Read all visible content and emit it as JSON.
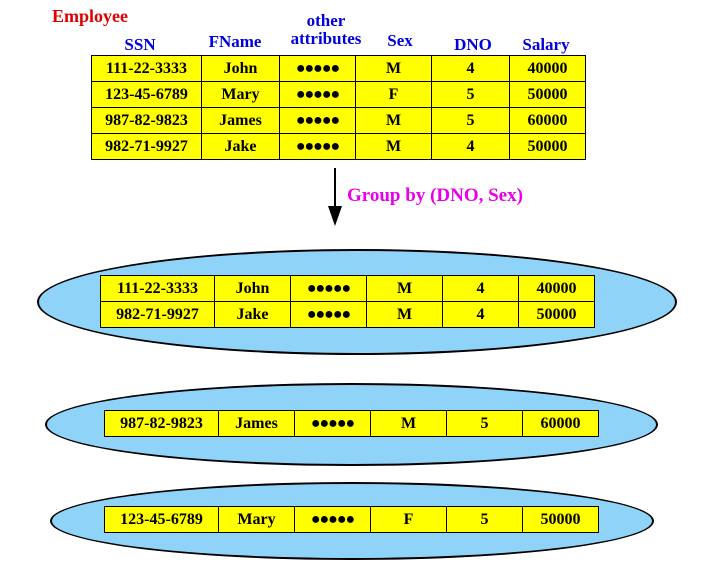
{
  "relation_title": "Employee",
  "columns": [
    "SSN",
    "FName",
    "other attributes",
    "Sex",
    "DNO",
    "Salary"
  ],
  "other_attr_line1": "other",
  "other_attr_line2": "attributes",
  "operation_label": "Group by (DNO, Sex)",
  "employee_rows": [
    [
      "111-22-3333",
      "John",
      "●●●●●",
      "M",
      "4",
      "40000"
    ],
    [
      "123-45-6789",
      "Mary",
      "●●●●●",
      "F",
      "5",
      "50000"
    ],
    [
      "987-82-9823",
      "James",
      "●●●●●",
      "M",
      "5",
      "60000"
    ],
    [
      "982-71-9927",
      "Jake",
      "●●●●●",
      "M",
      "4",
      "50000"
    ]
  ],
  "groups": [
    {
      "rows": [
        [
          "111-22-3333",
          "John",
          "●●●●●",
          "M",
          "4",
          "40000"
        ],
        [
          "982-71-9927",
          "Jake",
          "●●●●●",
          "M",
          "4",
          "50000"
        ]
      ]
    },
    {
      "rows": [
        [
          "987-82-9823",
          "James",
          "●●●●●",
          "M",
          "5",
          "60000"
        ]
      ]
    },
    {
      "rows": [
        [
          "123-45-6789",
          "Mary",
          "●●●●●",
          "F",
          "5",
          "50000"
        ]
      ]
    }
  ],
  "colors": {
    "table_fill": "#ffff00",
    "ellipse_fill": "#8fd3f8",
    "title": "#e00000",
    "header": "#0000dd",
    "caption": "#e800e8"
  }
}
